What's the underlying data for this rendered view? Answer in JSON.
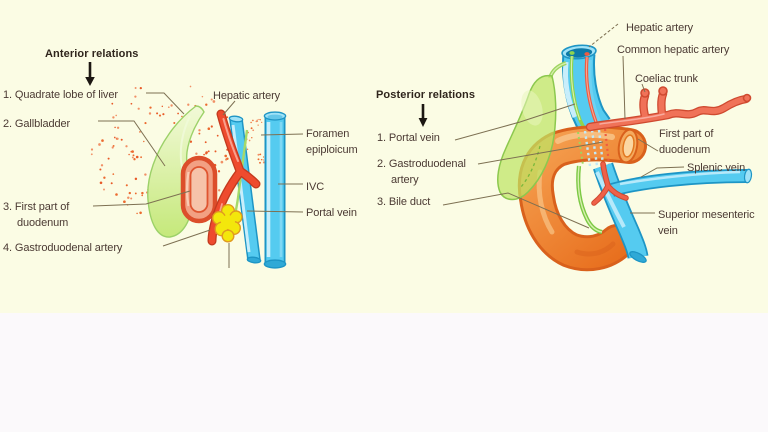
{
  "palette": {
    "background_cream": "#fbfce4",
    "background_lower": "#fbf9fb",
    "label_text": "#4b3a33",
    "title_text": "#2f251c",
    "leader_line": "#7d7052",
    "vein_blue": "#55cbf0",
    "vein_blue_outline": "#1d95c5",
    "artery_red": "#ee4b2e",
    "coeliac_salmon": "#f07258",
    "duodenum_orange": "#ef8a36",
    "duodenum_ring_fill": "#f2a083",
    "gallbladder_green": "#c4e878",
    "bile_duct_green": "#8fd44e",
    "node_yellow": "#f3e70c",
    "stipple_orange": "#ec6a2f"
  },
  "figure": {
    "anterior": {
      "title": "Anterior relations",
      "items": [
        "1. Quadrate lobe of liver",
        "2. Gallbladder",
        "3. First part of\nduodenum",
        "4. Gastroduodenal artery"
      ],
      "side_labels": [
        "Hepatic artery",
        "Foramen\nepiploicum",
        "IVC",
        "Portal vein"
      ]
    },
    "posterior": {
      "title": "Posterior relations",
      "items": [
        "1. Portal vein",
        "2. Gastroduodenal\nartery",
        "3. Bile duct"
      ],
      "side_labels": [
        "Hepatic artery",
        "Common hepatic artery",
        "Coeliac trunk",
        "First part of\nduodenum",
        "Splenic vein",
        "Superior mesenteric\nvein"
      ]
    }
  }
}
